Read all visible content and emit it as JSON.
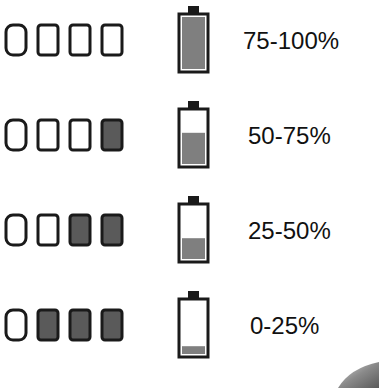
{
  "diagram": {
    "labels": [
      "75-100%",
      "50-75%",
      "25-50%",
      "0-25%"
    ]
  }
}
